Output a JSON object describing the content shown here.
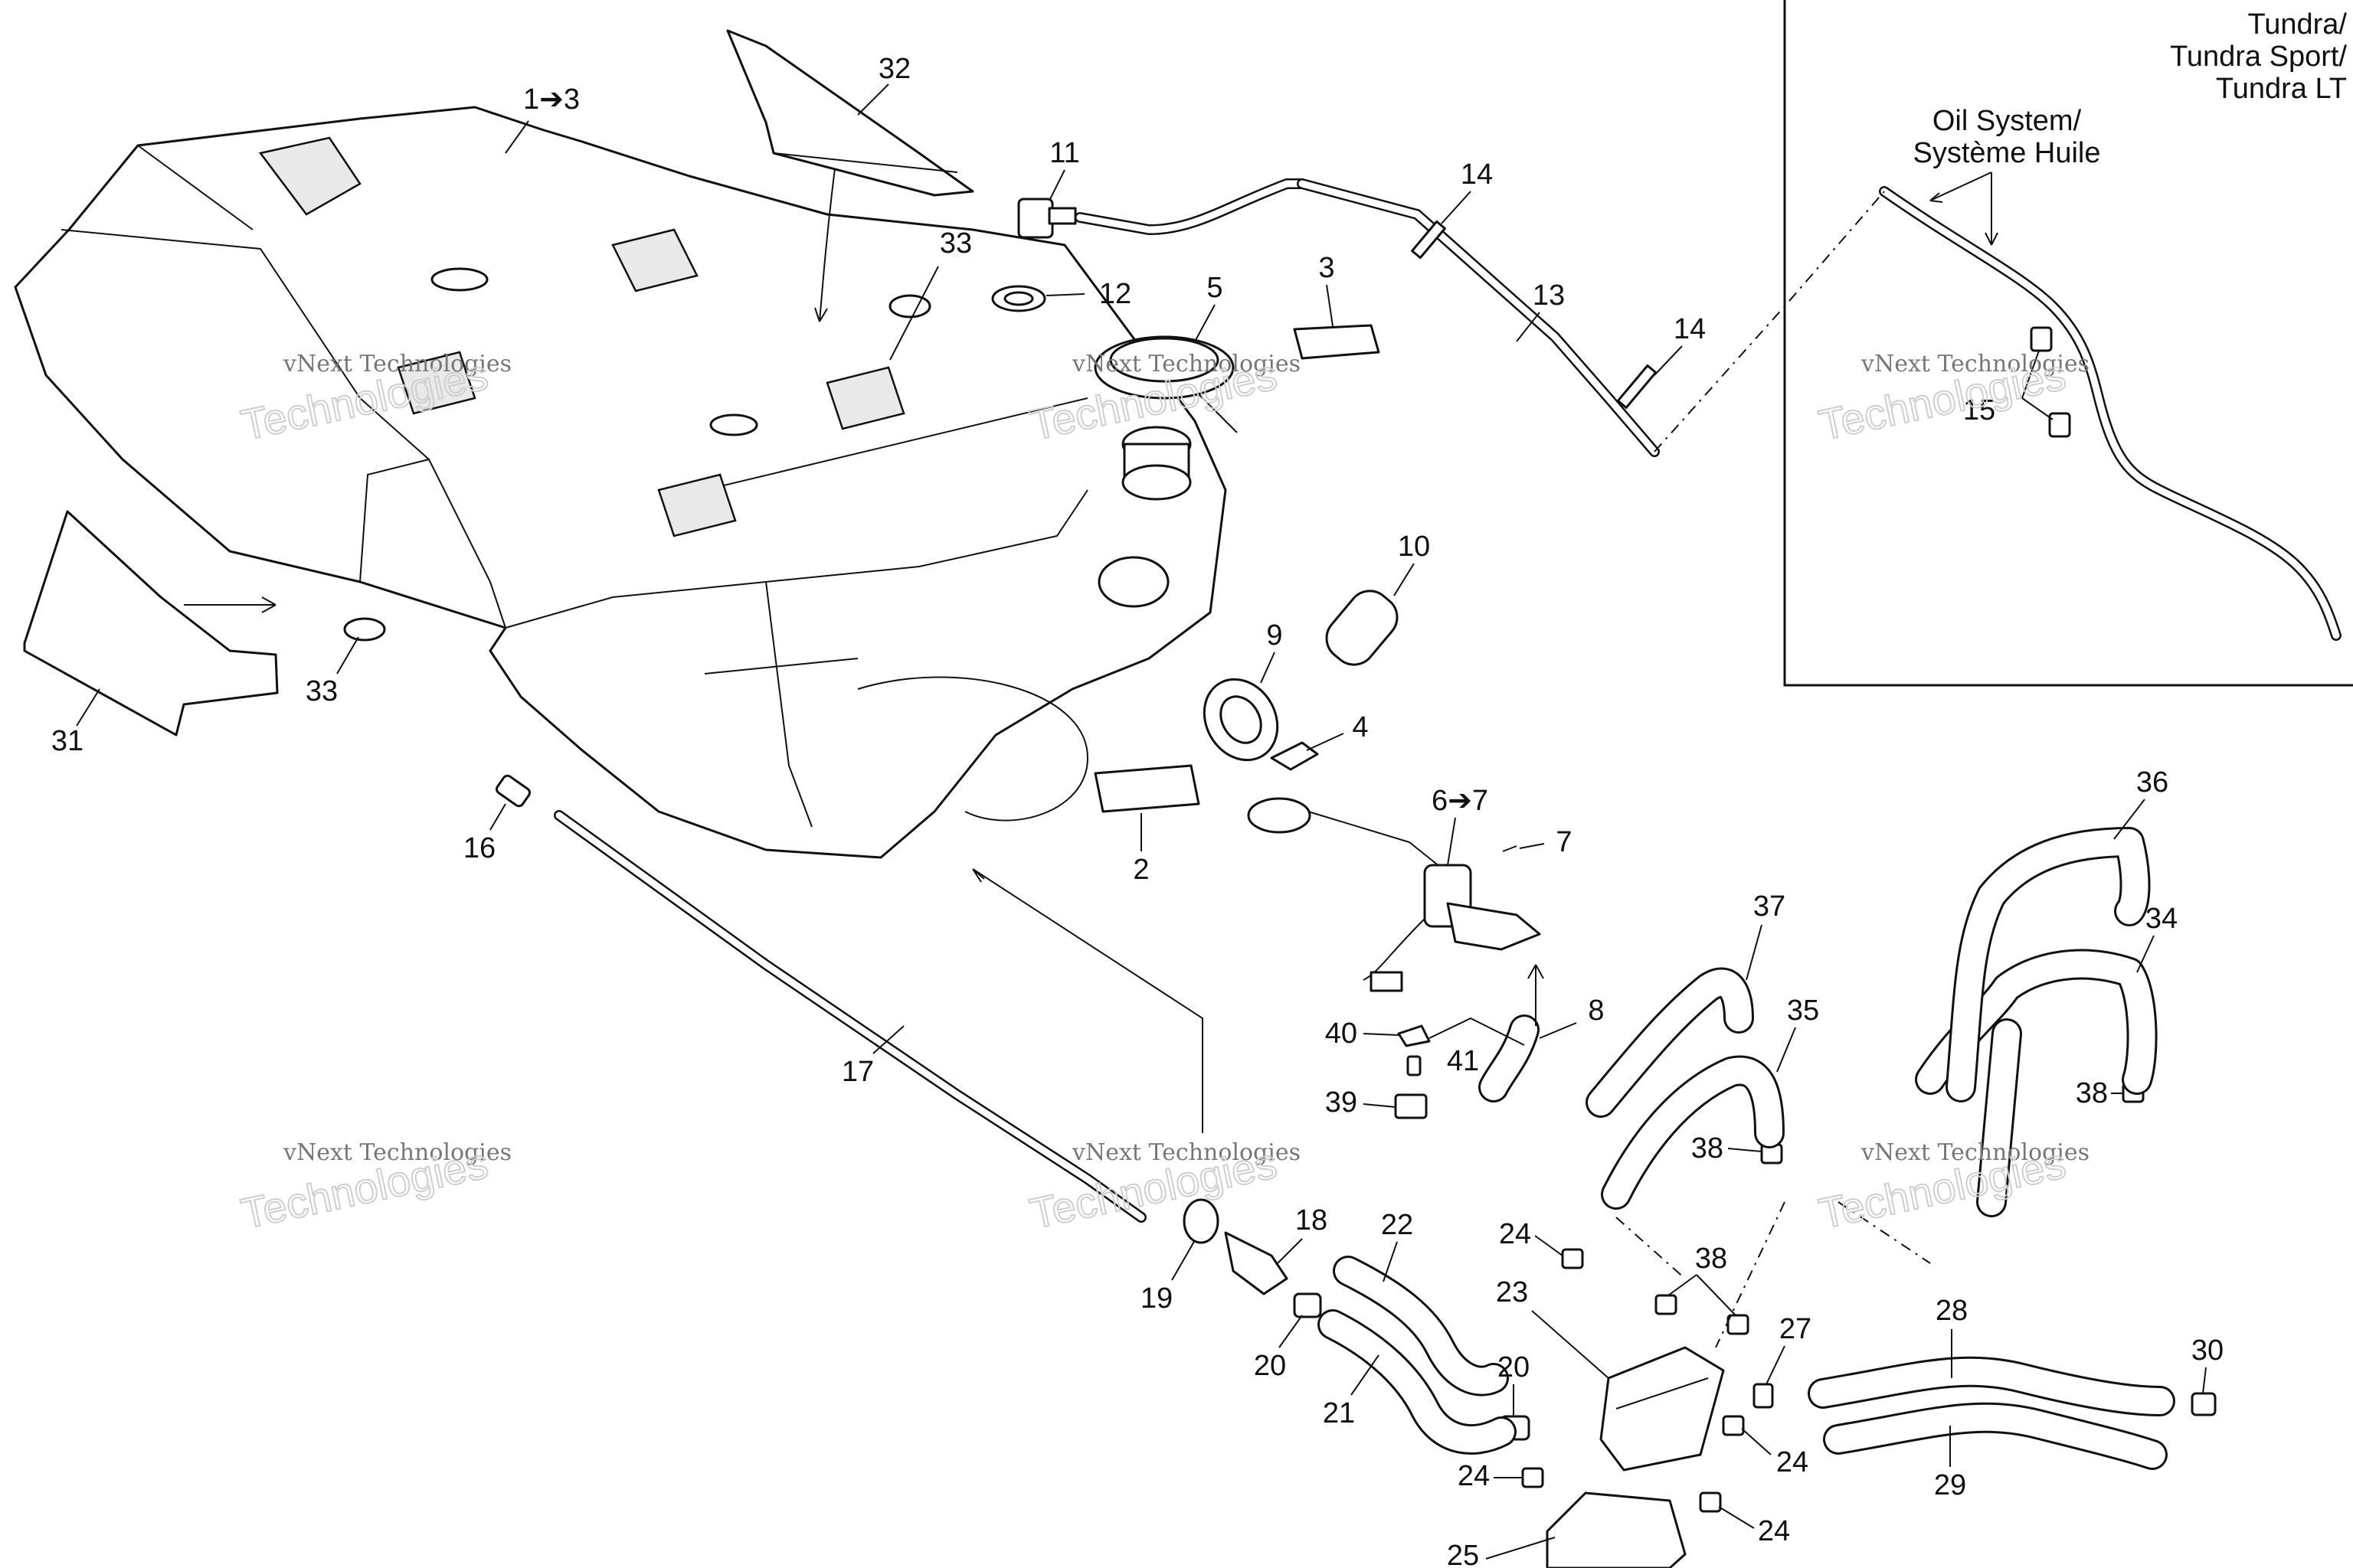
{
  "inset_title": [
    "Tundra/",
    "Tundra Sport/",
    "Tundra LT"
  ],
  "inset_label": [
    "Oil System/",
    "Système Huile"
  ],
  "watermark": {
    "line1": "vNext Technologies",
    "line2": "Technologies",
    "logo": "vNext"
  },
  "callouts": {
    "c1_3": "1➔3",
    "c2": "2",
    "c3": "3",
    "c4": "4",
    "c5": "5",
    "c6_7": "6➔7",
    "c7": "7",
    "c8": "8",
    "c9": "9",
    "c10": "10",
    "c11": "11",
    "c12": "12",
    "c13": "13",
    "c14a": "14",
    "c14b": "14",
    "c15": "15",
    "c16": "16",
    "c17": "17",
    "c18": "18",
    "c19": "19",
    "c20a": "20",
    "c20b": "20",
    "c21": "21",
    "c22": "22",
    "c23": "23",
    "c24a": "24",
    "c24b": "24",
    "c24c": "24",
    "c24d": "24",
    "c25": "25",
    "c27": "27",
    "c28": "28",
    "c29": "29",
    "c30": "30",
    "c31": "31",
    "c32": "32",
    "c33a": "33",
    "c33b": "33",
    "c34": "34",
    "c35": "35",
    "c36": "36",
    "c37": "37",
    "c38a": "38",
    "c38b": "38",
    "c38c": "38",
    "c39": "39",
    "c40": "40",
    "c41": "41"
  }
}
